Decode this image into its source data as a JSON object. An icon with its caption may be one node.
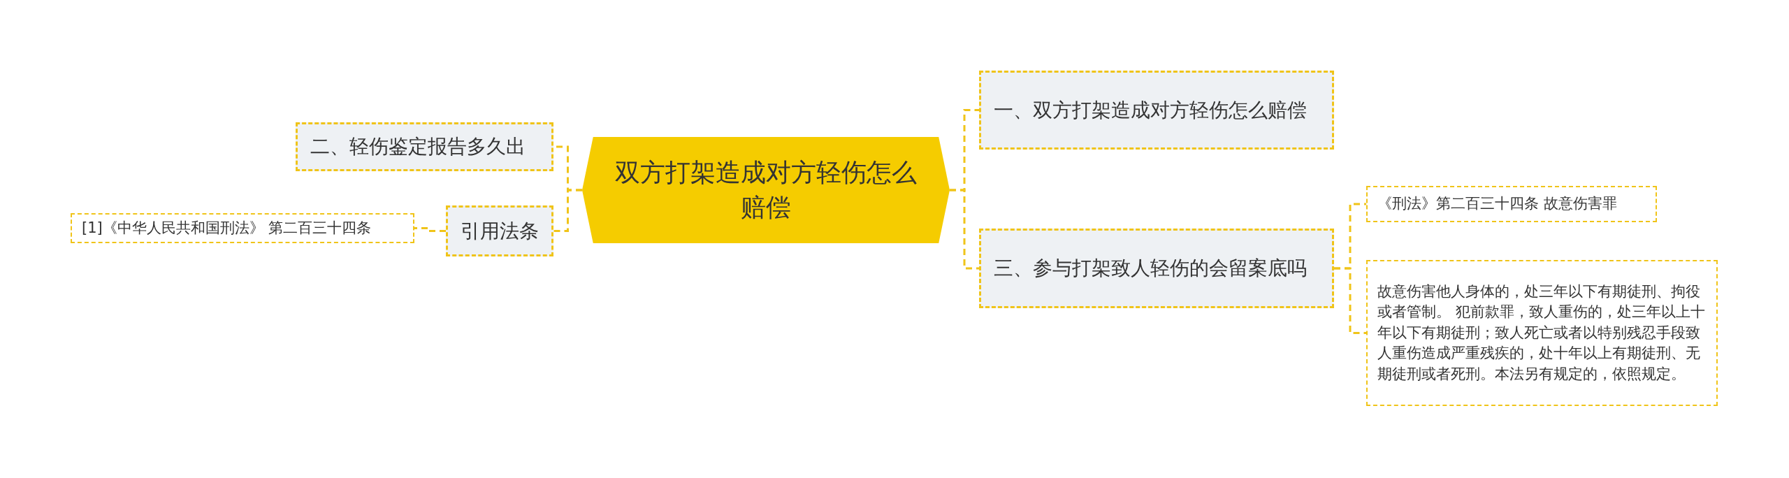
{
  "diagram": {
    "nodes": [
      {
        "text": [
          "双方打架造成对方轻伤怎么赔偿"
        ]
      },
      {
        "text": [
          "一、双方打架造成对方轻伤怎么赔偿"
        ]
      },
      {
        "text": [
          "三、参与打架致人轻伤的会留案底吗"
        ]
      },
      {
        "text": [
          "《刑法》第二百三十四条 故意伤害罪"
        ]
      },
      {
        "text": [
          "故意伤害他人身体的，处三年以下有期徒刑、拘役或者管制。 犯前款罪，致人重伤的，处三年以上十年以下有期徒刑；致人死亡或者以特别残忍手段致人重伤造成严重残疾的，处十年以上有期徒刑、无期徒刑或者死刑。本法另有规定的，依照规定。"
        ]
      },
      {
        "text": [
          "二、轻伤鉴定报告多久出"
        ]
      },
      {
        "text": [
          "引用法条"
        ]
      },
      {
        "text": [
          "[1]《中华人民共和国刑法》 第二百三十四条"
        ]
      }
    ],
    "edges": [
      {
        "from": 0,
        "to": 1,
        "arrow": "none"
      },
      {
        "from": 0,
        "to": 2,
        "arrow": "none"
      },
      {
        "from": 2,
        "to": 3,
        "arrow": "none"
      },
      {
        "from": 2,
        "to": 4,
        "arrow": "none"
      },
      {
        "from": 0,
        "to": 5,
        "arrow": "none"
      },
      {
        "from": 0,
        "to": 6,
        "arrow": "none"
      },
      {
        "from": 6,
        "to": 7,
        "arrow": "none"
      }
    ]
  }
}
